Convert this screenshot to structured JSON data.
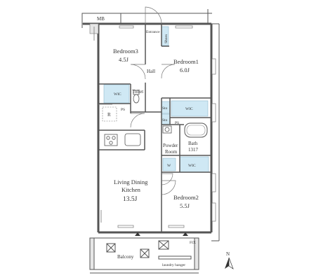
{
  "rooms": {
    "mb": "MB",
    "entrance": "Entrance",
    "shoe_storage": "Shoes",
    "bedroom3_name": "Bedroom3",
    "bedroom3_size": "4.5J",
    "bedroom1_name": "Bedroom1",
    "bedroom1_size": "6.0J",
    "hall": "Hall",
    "wic_left": "WIC",
    "toilet": "Toilet",
    "sto_upper": "Sto",
    "sto_lower": "Sto",
    "wic_right": "WIC",
    "ps_left": "PS",
    "ps_right": "PS",
    "refrigerator": "R",
    "powder_room_1": "Powder",
    "powder_room_2": "Room",
    "bath_name": "Bath",
    "bath_size": "1317",
    "washer": "W",
    "wic_lower": "WIC",
    "ldk_1": "Living Dining",
    "ldk_2": "Kitchen",
    "ldk_size": "13.5J",
    "bedroom2_name": "Bedroom2",
    "bedroom2_size": "5.5J",
    "balcony": "Balcony",
    "laundry_hanger": "laundry hanger",
    "fix": "FIX",
    "north": "N"
  },
  "colors": {
    "wall": "#555555",
    "storage_fill": "#cfe8f4",
    "floor": "#ffffff"
  }
}
